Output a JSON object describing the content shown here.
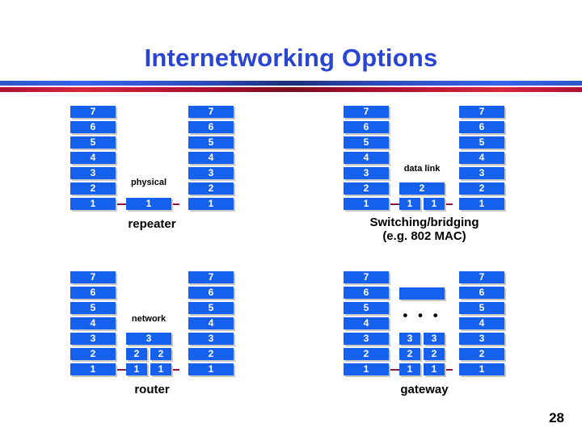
{
  "slide": {
    "title": "Internetworking Options",
    "page_number": "28",
    "title_color": "#2a45d4",
    "layer_box_color": "#1560ec",
    "layer_text_color": "#ffffff",
    "connector_color": "#8d1a32",
    "divider_blue": "#2f55c9",
    "divider_red": "#b01030"
  },
  "layer_labels": {
    "l7": "7",
    "l6": "6",
    "l5": "5",
    "l4": "4",
    "l3": "3",
    "l2": "2",
    "l1": "1",
    "blank": ""
  },
  "diagrams": [
    {
      "id": "repeater",
      "caption": "repeater",
      "caption_line2": "",
      "mid_label": "physical",
      "left_stack": [
        "7",
        "6",
        "5",
        "4",
        "3",
        "2",
        "1"
      ],
      "right_stack": [
        "7",
        "6",
        "5",
        "4",
        "3",
        "2",
        "1"
      ],
      "middle_stack": [
        "1"
      ],
      "middle_split_rows": [],
      "has_dots": false
    },
    {
      "id": "switching-bridging",
      "caption": "Switching/bridging",
      "caption_line2": "(e.g. 802 MAC)",
      "mid_label": "data link",
      "left_stack": [
        "7",
        "6",
        "5",
        "4",
        "3",
        "2",
        "1"
      ],
      "right_stack": [
        "7",
        "6",
        "5",
        "4",
        "3",
        "2",
        "1"
      ],
      "middle_stack": [
        "2"
      ],
      "middle_split_rows": [
        [
          "1",
          "1"
        ]
      ],
      "has_dots": false
    },
    {
      "id": "router",
      "caption": "router",
      "caption_line2": "",
      "mid_label": "network",
      "left_stack": [
        "7",
        "6",
        "5",
        "4",
        "3",
        "2",
        "1"
      ],
      "right_stack": [
        "7",
        "6",
        "5",
        "4",
        "3",
        "2",
        "1"
      ],
      "middle_stack": [
        "3"
      ],
      "middle_split_rows": [
        [
          "2",
          "2"
        ],
        [
          "1",
          "1"
        ]
      ],
      "has_dots": false
    },
    {
      "id": "gateway",
      "caption": "gateway",
      "caption_line2": "",
      "mid_label": "",
      "left_stack": [
        "7",
        "6",
        "5",
        "4",
        "3",
        "2",
        "1"
      ],
      "right_stack": [
        "7",
        "6",
        "5",
        "4",
        "3",
        "2",
        "1"
      ],
      "middle_stack": [
        ""
      ],
      "middle_split_rows": [
        [
          "3",
          "3"
        ],
        [
          "2",
          "2"
        ],
        [
          "1",
          "1"
        ]
      ],
      "has_dots": true,
      "dots": "• • •"
    }
  ]
}
